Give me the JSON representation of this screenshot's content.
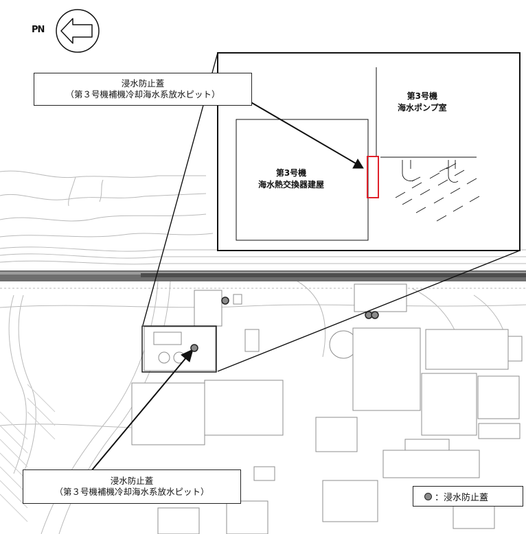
{
  "compass": {
    "label": "PN",
    "icon": "north-arrow-icon"
  },
  "callout_top": {
    "line1": "浸水防止蓋",
    "line2": "（第３号機補機冷却海水系放水ピット）"
  },
  "callout_bottom": {
    "line1": "浸水防止蓋",
    "line2": "（第３号機補機冷却海水系放水ピット）"
  },
  "inset": {
    "pump_room": {
      "line1": "第3号機",
      "line2": "海水ポンプ室"
    },
    "heat_exchanger": {
      "line1": "第3号機",
      "line2": "海水熱交換器建屋"
    },
    "highlight_color": "#e0202a"
  },
  "legend": {
    "label": "：浸水防止蓋",
    "marker_icon": "gray-circle-marker-icon",
    "marker_color": "#8a8a8a"
  }
}
